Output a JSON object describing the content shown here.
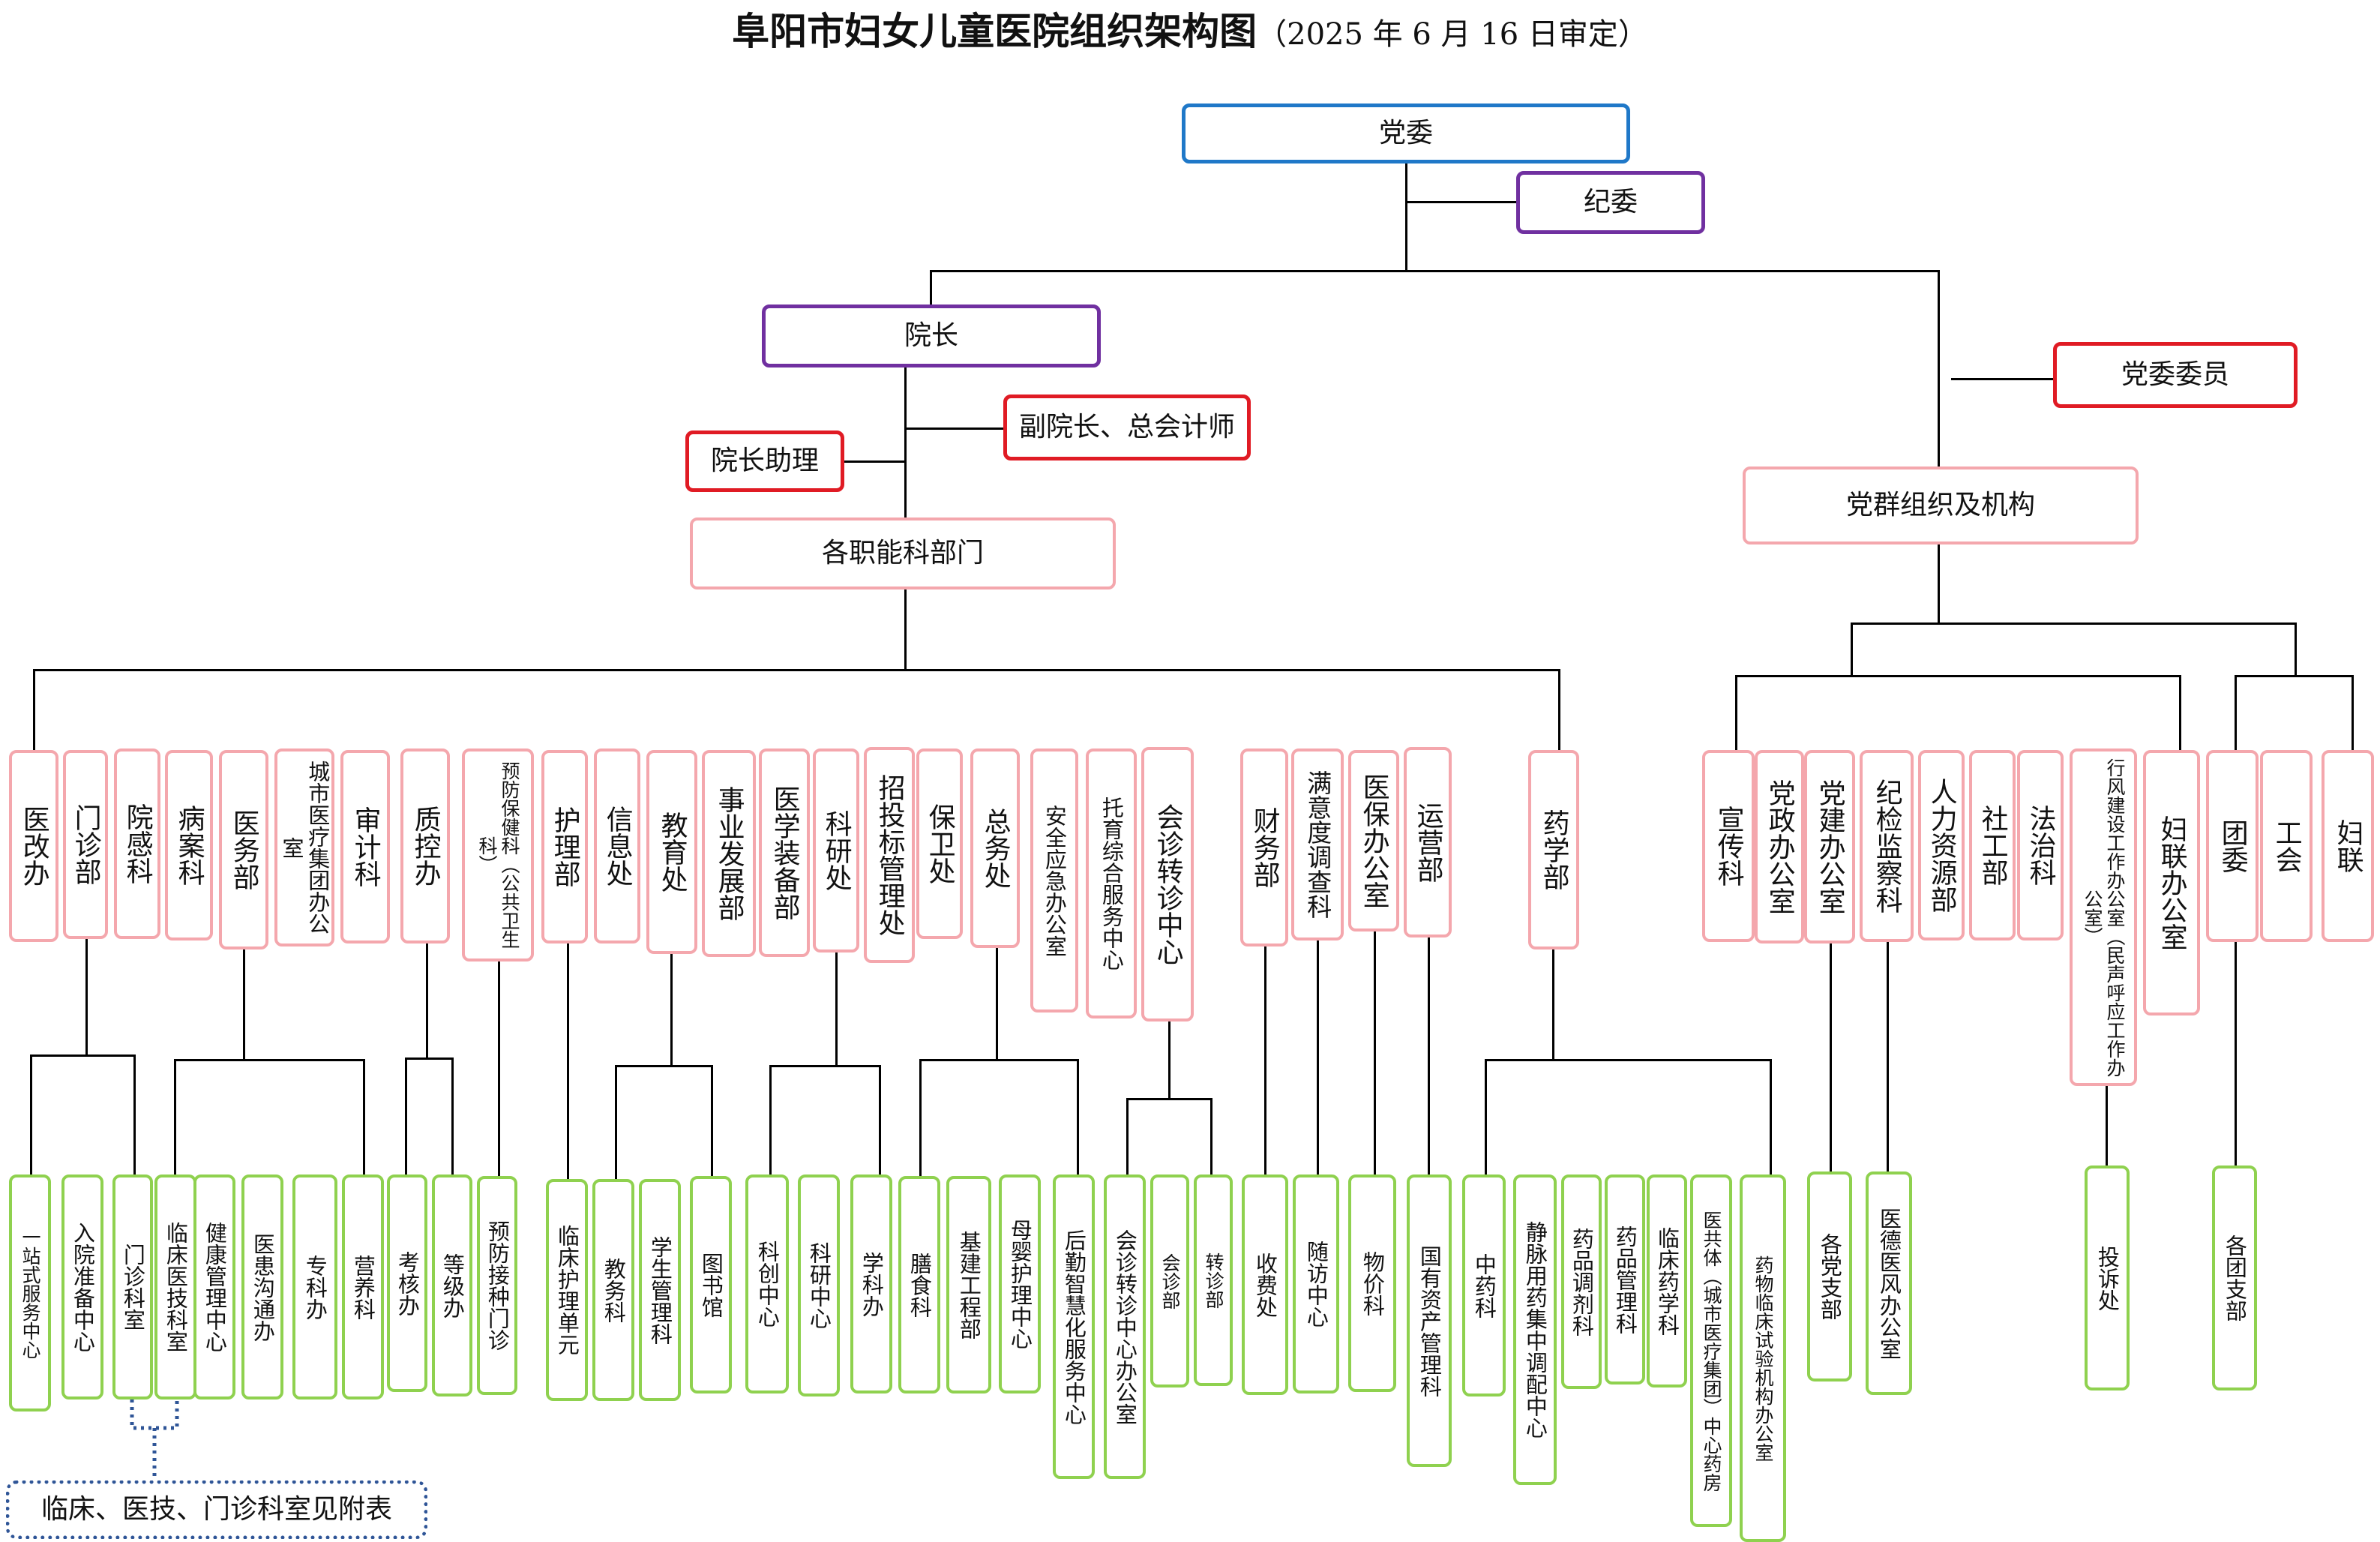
{
  "title": {
    "main": "阜阳市妇女儿童医院组织架构图",
    "sub": "（2025 年 6 月 16 日审定）"
  },
  "top": {
    "party_committee": "党委",
    "discipline_committee": "纪委",
    "president": "院长",
    "vice_president": "副院长、总会计师",
    "president_assistant": "院长助理",
    "functional_departments": "各职能科部门",
    "party_members": "党委委员",
    "party_mass_orgs": "党群组织及机构"
  },
  "departments": {
    "d1": "医改办",
    "d2": "门诊部",
    "d3": "院感科",
    "d4": "病案科",
    "d5": "医务部",
    "d6": "城市医疗集团办公室",
    "d7": "审计科",
    "d8": "质控办",
    "d9": "预防保健科（公共卫生科）",
    "d10": "护理部",
    "d11": "信息处",
    "d12": "教育处",
    "d13": "事业发展部",
    "d14": "医学装备部",
    "d15": "科研处",
    "d16": "招投标管理处",
    "d17": "保卫处",
    "d18": "总务处",
    "d19": "安全应急办公室",
    "d20": "托育综合服务中心",
    "d21": "会诊转诊中心",
    "d22": "财务部",
    "d23": "满意度调查科",
    "d24": "医保办公室",
    "d25": "运营部",
    "d26": "药学部"
  },
  "party_departments": {
    "p1": "宣传科",
    "p2": "党政办公室",
    "p3": "党建办公室",
    "p4": "纪检监察科",
    "p5": "人力资源部",
    "p6": "社工部",
    "p7": "法治科",
    "p8": "行风建设工作办公室（民声呼应工作办公室）",
    "p9": "妇联办公室",
    "p10": "团委",
    "p11": "工会",
    "p12": "妇联"
  },
  "sub_units": {
    "s1": "一站式服务中心",
    "s2": "入院准备中心",
    "s3": "门诊科室",
    "s4": "临床医技科室",
    "s5": "健康管理中心",
    "s6": "医患沟通办",
    "s7": "专科办",
    "s8": "营养科",
    "s9": "考核办",
    "s10": "等级办",
    "s11": "预防接种门诊",
    "s12": "临床护理单元",
    "s13": "教务科",
    "s14": "学生管理科",
    "s15": "图书馆",
    "s16": "科创中心",
    "s17": "科研中心",
    "s18": "学科办",
    "s19": "膳食科",
    "s20": "基建工程部",
    "s21": "母婴护理中心",
    "s22": "后勤智慧化服务中心",
    "s23": "会诊转诊中心办公室",
    "s24": "会诊部",
    "s25": "转诊部",
    "s26": "收费处",
    "s27": "随访中心",
    "s28": "物价科",
    "s29": "国有资产管理科",
    "s30": "中药科",
    "s31": "静脉用药集中调配中心",
    "s32": "药品调剂科",
    "s33": "药品管理科",
    "s34": "临床药学科",
    "s35": "医共体（城市医疗集团）中心药房",
    "s36": "药物临床试验机构办公室",
    "s37": "各党支部",
    "s38": "医德医风办公室",
    "s39": "投诉处",
    "s40": "各团支部"
  },
  "note": "临床、医技、门诊科室见附表",
  "colors": {
    "party_committee_border": "#1f78c8",
    "leadership_border": "#7030a0",
    "deputy_border": "#e01b24",
    "department_border": "#f4a7ad",
    "sub_unit_border": "#8fd14f",
    "note_border": "#2f5597"
  }
}
